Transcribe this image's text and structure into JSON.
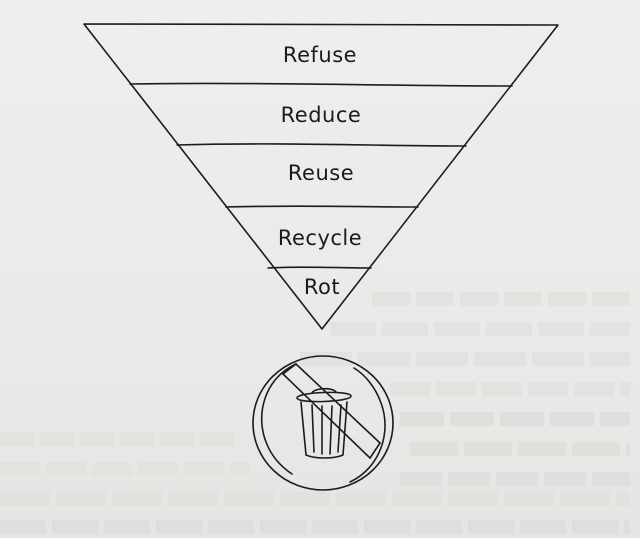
{
  "pyramid": {
    "tiers": [
      {
        "label": "Refuse"
      },
      {
        "label": "Reduce"
      },
      {
        "label": "Reuse"
      },
      {
        "label": "Recycle"
      },
      {
        "label": "Rot"
      }
    ]
  },
  "icons": {
    "bottom": "no-trash-can-icon"
  },
  "colors": {
    "ink": "#1c1c1c",
    "paper": "#ecebe9"
  }
}
